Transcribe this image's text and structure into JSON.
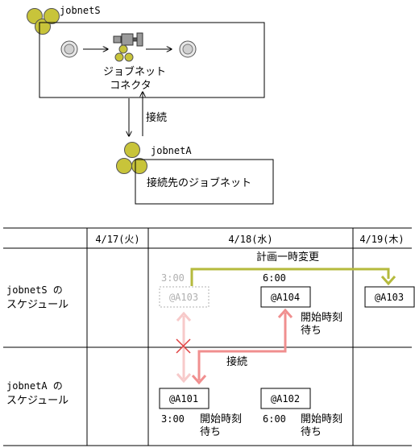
{
  "top": {
    "jobnet_s_label": "jobnetS",
    "connector_label_line1": "ジョブネット",
    "connector_label_line2": "コネクタ",
    "connect_label": "接続",
    "jobnet_a_label": "jobnetA",
    "jobnet_a_box_label": "接続先のジョブネット"
  },
  "table": {
    "dates": [
      "4/17(火)",
      "4/18(水)",
      "4/19(木)"
    ],
    "rows": [
      {
        "label_line1": "jobnetS の",
        "label_line2": "スケジュール"
      },
      {
        "label_line1": "jobnetA の",
        "label_line2": "スケジュール"
      }
    ],
    "plan_change_label": "計画一時変更",
    "jobnet_s": {
      "faded_time": "3:00",
      "faded_id": "@A103",
      "time_6": "6:00",
      "id_a104": "@A104",
      "wait_line1": "開始時刻",
      "wait_line2": "待ち",
      "id_a103_moved": "@A103"
    },
    "jobnet_a": {
      "id_a101": "@A101",
      "time_3": "3:00",
      "wait1_line1": "開始時刻",
      "wait1_line2": "待ち",
      "id_a102": "@A102",
      "time_6": "6:00",
      "wait2_line1": "開始時刻",
      "wait2_line2": "待ち"
    },
    "connect_label": "接続"
  },
  "colors": {
    "jobnet_icon": "#c8c43a",
    "plan_change_arrow": "#b5ba3d",
    "connect_arrow": "#f08f8f",
    "blocked_arrow": "#f7caca",
    "cross_mark": "#e04040"
  }
}
